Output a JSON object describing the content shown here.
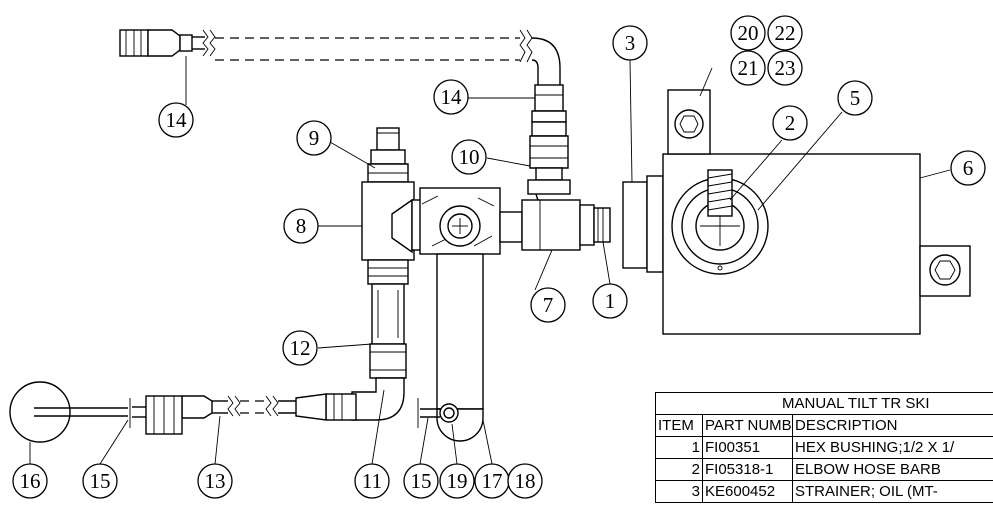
{
  "balloons": [
    "1",
    "2",
    "3",
    "5",
    "6",
    "7",
    "8",
    "9",
    "10",
    "11",
    "12",
    "13",
    "14",
    "14",
    "15",
    "15",
    "16",
    "17",
    "18",
    "19",
    "20",
    "21",
    "22",
    "23"
  ],
  "bom": {
    "title": "MANUAL TILT TR SKI",
    "headers": [
      "ITEM",
      "PART NUMBER",
      "DESCRIPTION"
    ],
    "rows": [
      {
        "item": "1",
        "part": "FI00351",
        "desc": "HEX BUSHING;1/2 X 1/"
      },
      {
        "item": "2",
        "part": "FI05318-1",
        "desc": "ELBOW HOSE BARB"
      },
      {
        "item": "3",
        "part": "KE600452",
        "desc": "STRAINER; OIL (MT-"
      }
    ]
  }
}
